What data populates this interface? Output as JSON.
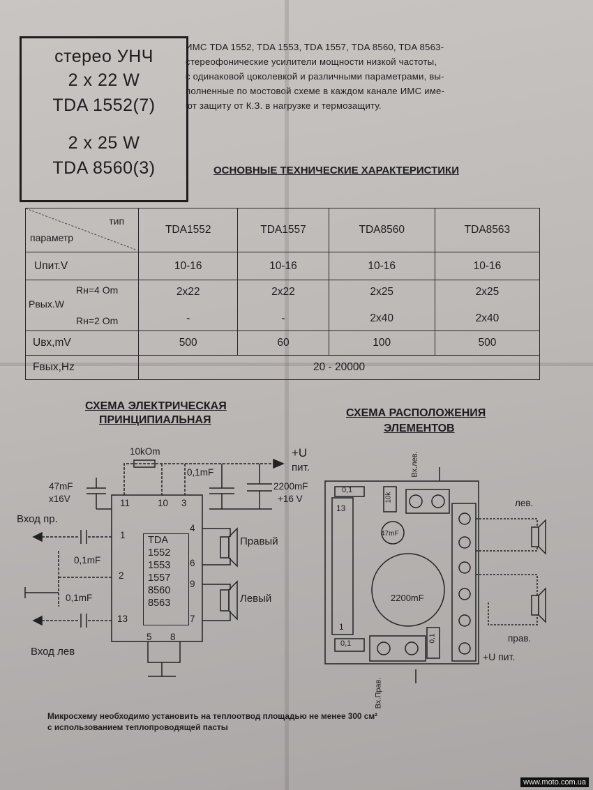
{
  "title_box": {
    "line1": "стерео УНЧ",
    "line2": "2 х 22 W",
    "line3": "TDA 1552(7)",
    "line4": "2 х 25 W",
    "line5": "TDA 8560(3)"
  },
  "description": [
    "ИМС TDA 1552, TDA 1553, TDA 1557, TDA 8560, TDA 8563-",
    "стереофонические  усилители мощности  низкой  частоты,",
    "с одинаковой цоколевкой и различными параметрами, вы-",
    "полненные по мостовой схеме в каждом канале  ИМС име-",
    "ют защиту от К.З. в нагрузке и термозащиту."
  ],
  "specs_heading": "ОСНОВНЫЕ ТЕХНИЧЕСКИЕ ХАРАКТЕРИСТИКИ",
  "table": {
    "corner_type": "тип",
    "corner_param": "параметр",
    "models": [
      "TDA1552",
      "TDA1557",
      "TDA8560",
      "TDA8563"
    ],
    "rows": {
      "upit": {
        "label": "Uпит.V",
        "values": [
          "10-16",
          "10-16",
          "10-16",
          "10-16"
        ]
      },
      "pout_label": "Pвых.W",
      "pout4": {
        "label": "Rн=4 Om",
        "values": [
          "2х22",
          "2х22",
          "2х25",
          "2х25"
        ]
      },
      "pout2": {
        "label": "Rн=2 Om",
        "values": [
          "-",
          "-",
          "2х40",
          "2х40"
        ]
      },
      "uin": {
        "label": "Uвх,mV",
        "values": [
          "500",
          "60",
          "100",
          "500"
        ]
      },
      "fout": {
        "label": "Fвых,Hz",
        "value": "20 - 20000"
      }
    }
  },
  "schematic": {
    "heading_line1": "СХЕМА ЭЛЕКТРИЧЕСКАЯ",
    "heading_line2": "ПРИНЦИПИАЛЬНАЯ",
    "r_label": "10kOm",
    "c_small": "0,1mF",
    "c_in_val": "47mF",
    "c_in_volt": "х16V",
    "c_big_val": "2200mF",
    "c_big_volt": "+16 V",
    "supply_u": "+U",
    "supply_pit": "пит.",
    "input_right": "Вход пр.",
    "input_left": "Вход лев",
    "c_input": "0,1mF",
    "speaker_right": "Правый",
    "speaker_left": "Левый",
    "ic_lines": [
      "TDA",
      "1552",
      "1553",
      "1557",
      "8560",
      "8563"
    ],
    "pins": {
      "p11": "11",
      "p10": "10",
      "p3": "3",
      "p1": "1",
      "p2": "2",
      "p13": "13",
      "p4": "4",
      "p6": "6",
      "p9": "9",
      "p7": "7",
      "p5": "5",
      "p8": "8"
    }
  },
  "layout": {
    "heading_line1": "СХЕМА РАСПОЛОЖЕНИЯ",
    "heading_line2": "ЭЛЕМЕНТОВ",
    "c01_top": "0,1",
    "c01_bottom": "0,1",
    "c01_right": "0,1",
    "r10k": "10k",
    "c47": "47mF",
    "c2200": "2200mF",
    "pin13": "13",
    "pin1": "1",
    "in_left": "Вх.лев.",
    "in_right": "Вх.Прав.",
    "out_left": "лев.",
    "out_right": "прав.",
    "supply": "+U пит."
  },
  "footer": {
    "line1": "Микросхему необходимо установить на теплоотвод площадью не менее 300 см²",
    "line2": "с использованием теплопроводящей пасты"
  },
  "watermark": "www.moto.com.ua"
}
